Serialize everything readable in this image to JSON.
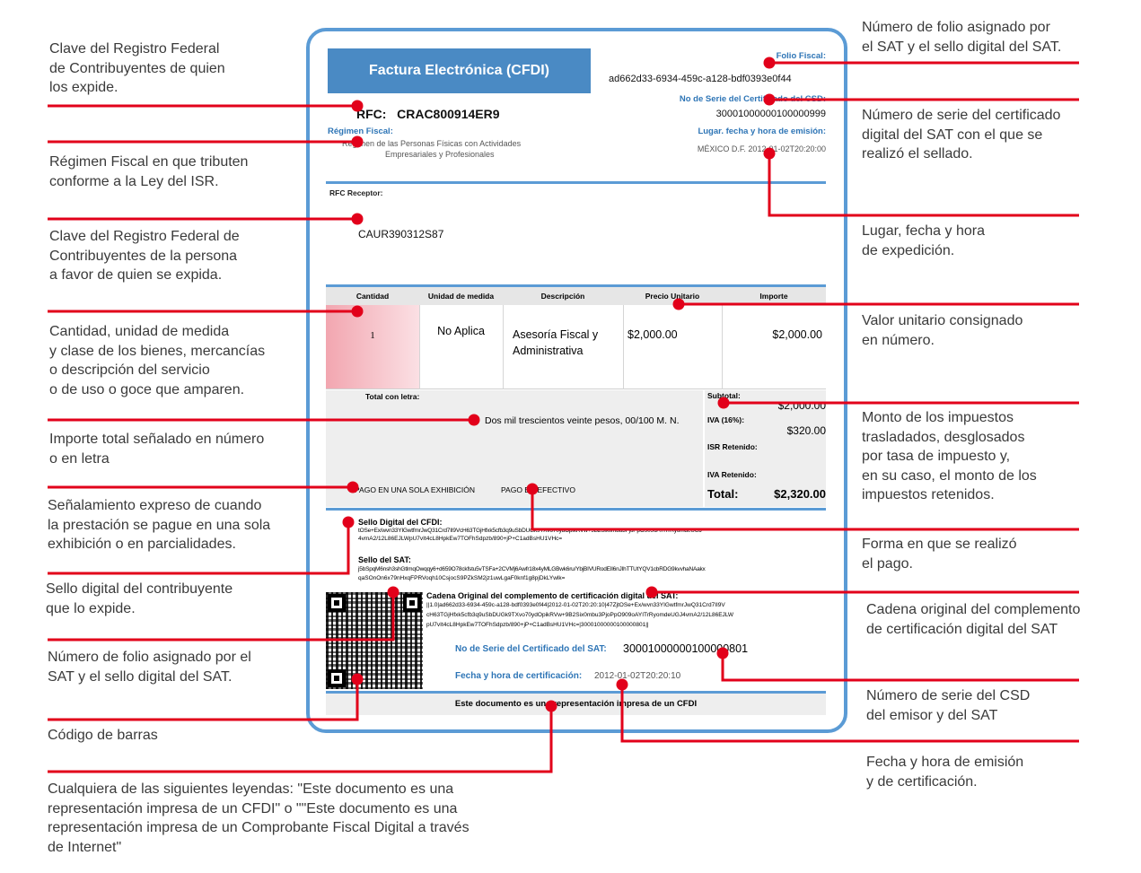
{
  "annotations": {
    "left": [
      [
        "Clave del Registro Federal",
        "de Contribuyentes de quien",
        "los expide."
      ],
      [
        "Régimen Fiscal en que tributen",
        "conforme a la Ley del ISR."
      ],
      [
        "Clave del Registro Federal de",
        "Contribuyentes de la persona",
        "a favor de quien se expida."
      ],
      [
        "Cantidad, unidad de medida",
        "y clase de los bienes, mercancías",
        "o descripción del servicio",
        "o de uso o goce que amparen."
      ],
      [
        "Importe total señalado en número",
        "o en letra"
      ],
      [
        "Señalamiento expreso de cuando",
        "la prestación se pague en una sola",
        "exhibición o en parcialidades."
      ],
      [
        "Sello digital del contribuyente",
        "que lo expide."
      ],
      [
        "Número de folio asignado por el",
        "SAT y el sello digital del SAT."
      ],
      [
        "Código de barras"
      ],
      [
        "Cualquiera de las siguientes leyendas: \"Este documento es una",
        "representación impresa de un CFDI\" o \"\"Este documento es una",
        "representación impresa de un Comprobante Fiscal Digital a través",
        "de Internet\""
      ]
    ],
    "right": [
      [
        "Número de folio asignado por",
        "el SAT y el sello digital del SAT."
      ],
      [
        "Número de serie del certificado",
        "digital del SAT con el que se",
        "realizó el sellado."
      ],
      [
        "Lugar, fecha y hora",
        "de expedición."
      ],
      [
        "Valor unitario consignado",
        "en número."
      ],
      [
        "Monto de los impuestos",
        "trasladados, desglosados",
        "por tasa de impuesto y,",
        "en su caso, el monto de los",
        "impuestos retenidos."
      ],
      [
        "Forma en que se realizó",
        "el pago."
      ],
      [
        "Cadena original del complemento",
        "de certificación digital del SAT"
      ],
      [
        "Número de serie del CSD",
        "del emisor y del SAT"
      ],
      [
        "Fecha y hora de emisión",
        "y de certificación."
      ]
    ]
  },
  "invoice": {
    "title": "Factura Electrónica (CFDI)",
    "folio_label": "Folio Fiscal:",
    "folio_value": "ad662d33-6934-459c-a128-bdf0393e0f44",
    "csd_label": "No de Serie del Certificado del CSD:",
    "csd_value": "30001000000100000999",
    "rfc_label": "RFC:",
    "rfc_value": "CRAC800914ER9",
    "regimen_label": "Régimen Fiscal:",
    "regimen_line1": "Régimen de las Personas Físicas con Actividades",
    "regimen_line2": "Empresariales y Profesionales",
    "lugar_label": "Lugar. fecha y hora de emisión:",
    "lugar_value": "MÉXICO D.F.  2012-01-02T20:20:00",
    "receptor_label": "RFC Receptor:",
    "receptor_value": "CAUR390312S87",
    "columns": [
      "Cantidad",
      "Unidad de medida",
      "Descripción",
      "Precio Unitario",
      "Importe"
    ],
    "row": {
      "cantidad": "1",
      "unidad": "No Aplica",
      "descripcion_1": "Asesoría Fiscal y",
      "descripcion_2": "Administrativa",
      "precio": "$2,000.00",
      "importe": "$2,000.00"
    },
    "total_letra_label": "Total con letra:",
    "total_letra_value": "Dos mil trescientos veinte pesos, 00/100 M. N.",
    "subtotal_label": "Subtotal:",
    "subtotal_value": "$2,000.00",
    "iva_label": "IVA (16%):",
    "iva_value": "$320.00",
    "isr_label": "ISR Retenido:",
    "iva_ret_label": "IVA Retenido:",
    "total_label": "Total:",
    "total_value": "$2,320.00",
    "pago_exhibicion": "PAGO EN UNA SOLA EXHIBICIÓN",
    "pago_forma": "PAGO EN EFECTIVO",
    "sello_cfdi_label": "Sello Digital del CFDI:",
    "sello_cfdi_1": "tOSe+Ex/wvn33YIGwtfmrJwQ31Crd7II9VcH63TGjHfxk5cfb3q9uSbDUGk9TXvo70ydOpikRVw+9B2Six0mbu3PjoPpO909oAYITrRyomdeUGJ",
    "sello_cfdi_2": "4vmA2/12L86EJLWpU7vIt4cL8HpkEw7TOFhSdpzb/890+jP+C1adBsHU1VHc=",
    "sello_sat_label": "Sello del SAT:",
    "sello_sat_1": "j5bSpqM6nsh3shGtlmqOwqqy6+d659O78ckfstu5vTSFa+2CVMj6Awfr18x4yMLGBwk6ru/YbjBIVURodEIl6nJIhTTUtYQV1cbRDG9kvvhaNAakx",
    "sello_sat_2": "qaSOnOn6x79nHxqFPRVoqh10CsjocS9PZkSM2jz1uwLgaF0knf1g8pjDkLYwlk=",
    "cadena_label": "Cadena Original del complemento de certificación digital del SAT:",
    "cadena_1": "||1.0|ad662d33-6934-459c-a128-bdf0393e0f44|2012-01-02T20:20:10|47ZjtOSe+Ex/wvn33YIGwtfmrJwQ31Crd7II9V",
    "cadena_2": "cH63TGjHfxk5cfb3q9uSbDUGk9TXvo70ydOpikRVw+9B2Six0mbu3PjoPpO909oAYITrRyomdeUGJ4vmA2/12L86EJLW",
    "cadena_3": "pU7vIt4cL8HpkEw7TOFhSdpzb/890+jP+C1adBsHU1VHc=|30001000000100000801||",
    "serie_sat_label": "No de Serie del Certificado del SAT:",
    "serie_sat_value": "30001000000100000801",
    "fecha_cert_label": "Fecha y hora de certificación:",
    "fecha_cert_value": "2012-01-02T20:20:10",
    "leyenda": "Este documento es una representación impresa de un CFDI"
  },
  "colors": {
    "leader": "#e2001a",
    "frame": "#5b9bd5",
    "header": "#4a8ac4",
    "label_blue": "#2e75b6"
  },
  "icons": [
    "qr-code-icon"
  ]
}
